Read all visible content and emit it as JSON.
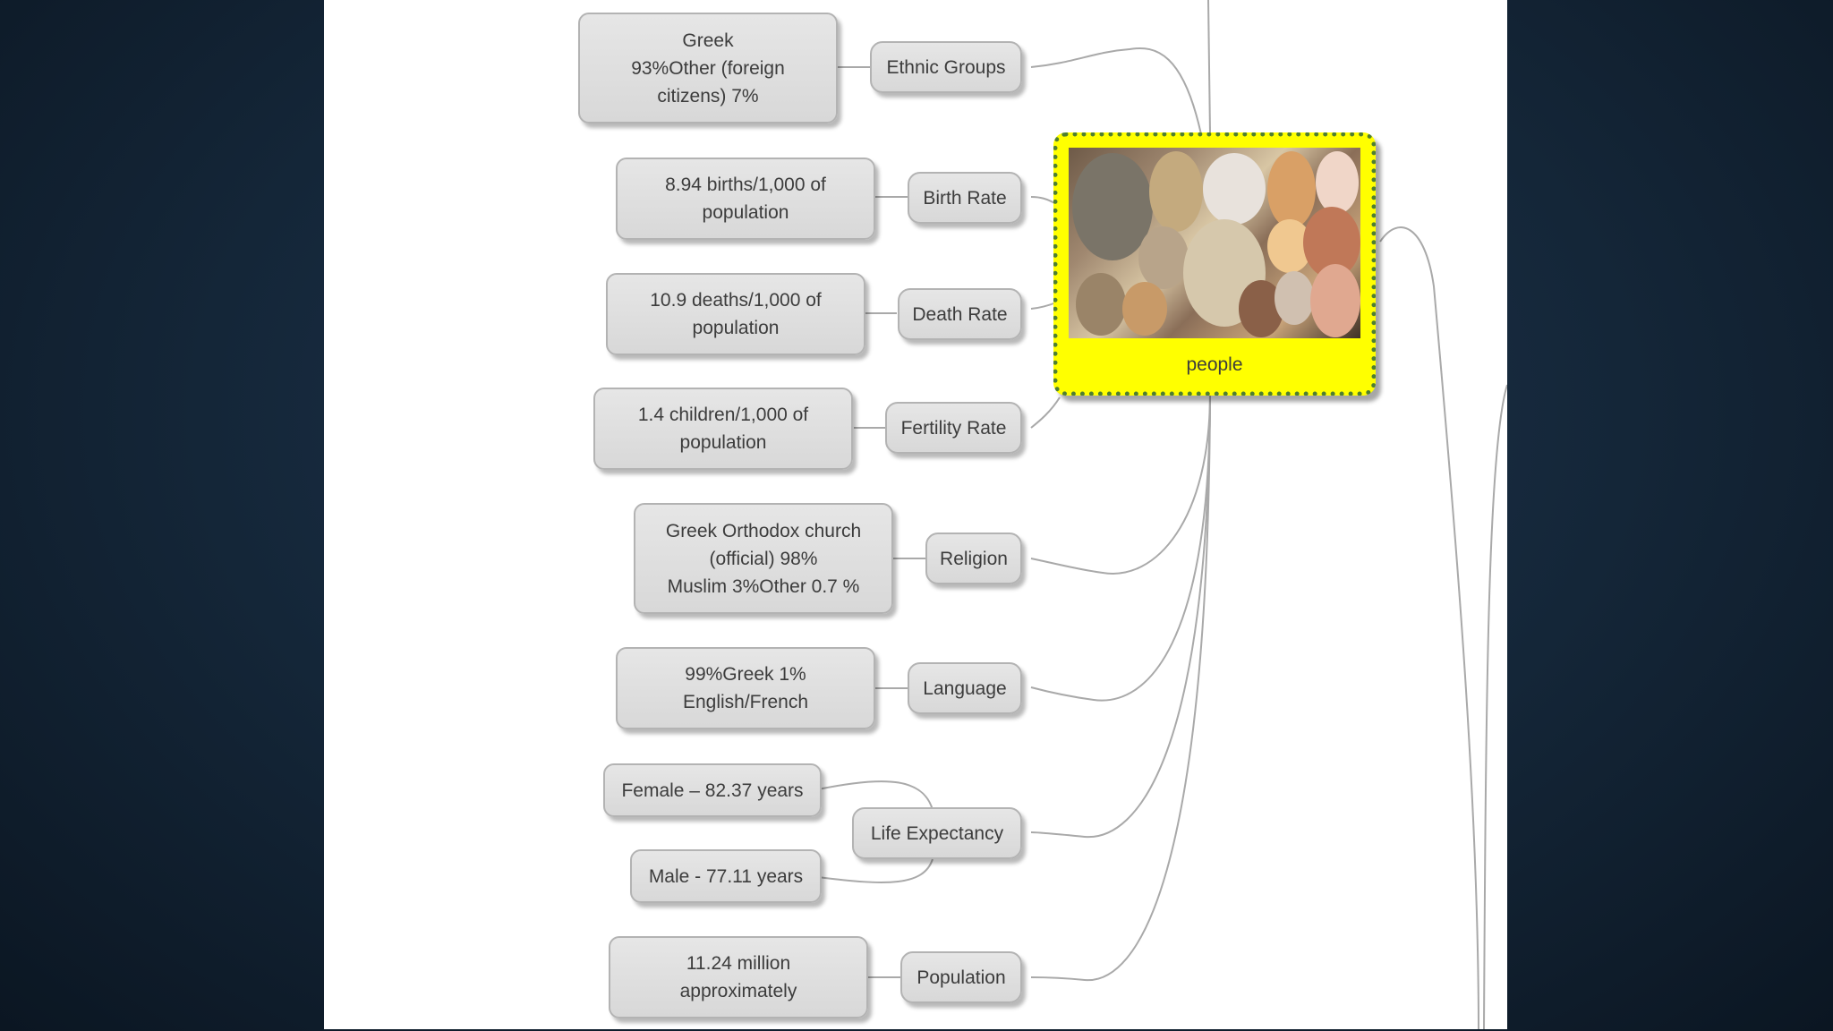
{
  "mindmap": {
    "central_topic": "people",
    "branches": [
      {
        "id": "ethnic",
        "label": "Ethnic Groups",
        "detail": "Greek\n93%Other (foreign\ncitizens) 7%"
      },
      {
        "id": "birth",
        "label": "Birth Rate",
        "detail": "8.94 births/1,000 of\npopulation"
      },
      {
        "id": "death",
        "label": "Death Rate",
        "detail": "10.9 deaths/1,000 of\npopulation"
      },
      {
        "id": "fertility",
        "label": "Fertility Rate",
        "detail": "1.4 children/1,000 of\npopulation"
      },
      {
        "id": "religion",
        "label": "Religion",
        "detail": "Greek Orthodox church\n(official) 98%\nMuslim 3%Other 0.7 %"
      },
      {
        "id": "language",
        "label": "Language",
        "detail": "99%Greek 1%\nEnglish/French"
      },
      {
        "id": "life",
        "label": "Life Expectancy",
        "details": [
          "Female – 82.37 years",
          "Male - 77.11 years"
        ]
      },
      {
        "id": "population",
        "label": "Population",
        "detail": "11.24 million\napproximately"
      }
    ]
  }
}
